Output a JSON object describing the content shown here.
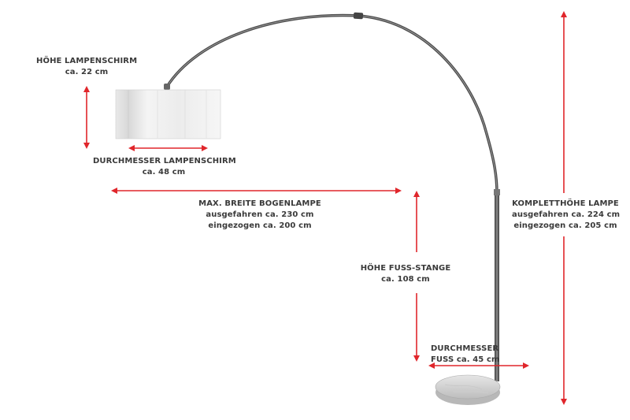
{
  "diagram": {
    "subject": "Bogenlampe (arc floor lamp)",
    "accent_color": "#e0262b",
    "lamp_color": "#555555",
    "labels": {
      "shade_height": {
        "title": "HÖHE LAMPENSCHIRM",
        "value": "ca. 22 cm"
      },
      "shade_diameter": {
        "title": "DURCHMESSER LAMPENSCHIRM",
        "value": "ca. 48 cm"
      },
      "max_width": {
        "title": "MAX. BREITE BOGENLAMPE",
        "extended": "ausgefahren ca. 230 cm",
        "retracted": "eingezogen ca. 200 cm"
      },
      "pole_height": {
        "title": "HÖHE FUSS-STANGE",
        "value": "ca. 108 cm"
      },
      "total_height": {
        "title": "KOMPLETTHÖHE LAMPE",
        "extended": "ausgefahren ca. 224 cm",
        "retracted": "eingezogen ca. 205 cm"
      },
      "base_diameter": {
        "line1": "DURCHMESSER",
        "line2": "FUSS ca. 45 cm"
      }
    }
  }
}
